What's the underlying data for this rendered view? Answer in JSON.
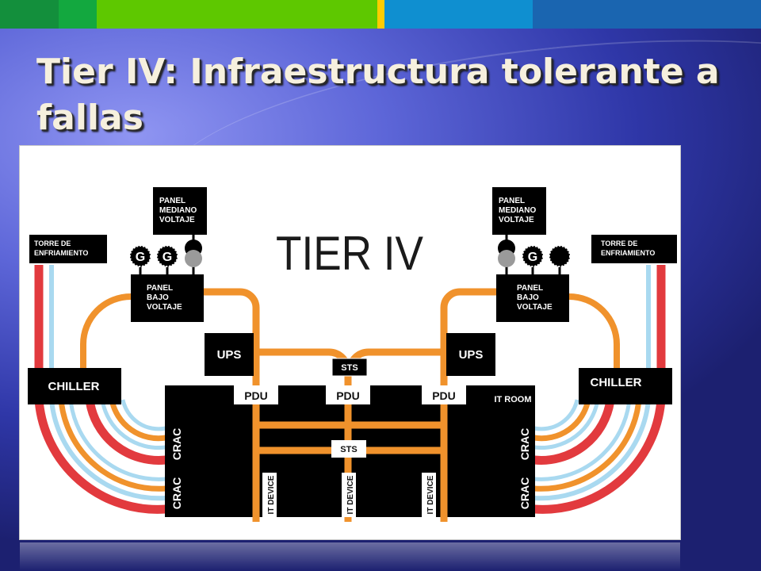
{
  "slide": {
    "title": "Tier IV: Infraestructura tolerante a fallas",
    "colors": {
      "bar": [
        "#138f3c",
        "#13a83f",
        "#5ec800",
        "#ffcc00",
        "#0f8fd0",
        "#1a65b0"
      ],
      "orange": "#f0922c",
      "red": "#e23a3e",
      "light_blue": "#a9d9f0",
      "black": "#000000"
    }
  },
  "diagram": {
    "heading": "TIER IV",
    "panel_medium_left": [
      "PANEL",
      "MEDIANO",
      "VOLTAJE"
    ],
    "panel_medium_right": [
      "PANEL",
      "MEDIANO",
      "VOLTAJE"
    ],
    "panel_low_left": [
      "PANEL",
      "BAJO",
      "VOLTAJE"
    ],
    "panel_low_right": [
      "PANEL",
      "BAJO",
      "VOLTAJE"
    ],
    "tower_left": [
      "TORRE DE",
      "ENFRIAMIENTO"
    ],
    "tower_right": [
      "TORRE DE",
      "ENFRIAMIENTO"
    ],
    "generator": "G",
    "chiller_left": "CHILLER",
    "chiller_right": "CHILLER",
    "ups_left": "UPS",
    "ups_right": "UPS",
    "sts_top": "STS",
    "sts_mid": "STS",
    "pdu_left": "PDU",
    "pdu_center": "PDU",
    "pdu_right": "PDU",
    "it_room": "IT ROOM",
    "crac": "CRAC",
    "it_device": "IT DEVICE"
  }
}
